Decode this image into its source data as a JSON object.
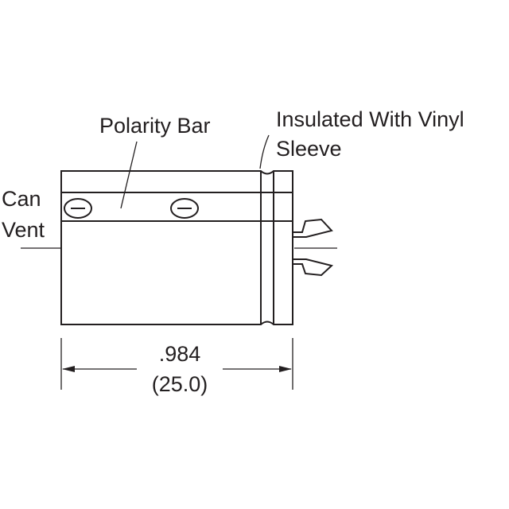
{
  "labels": {
    "polarity_bar": "Polarity Bar",
    "insulated_line1": "Insulated With Vinyl",
    "insulated_line2": "Sleeve",
    "can_vent_line1": "Can",
    "can_vent_line2": "Vent",
    "dimension_in": ".984",
    "dimension_mm": "(25.0)"
  },
  "polarity_marks": [
    "minus-sign",
    "minus-sign"
  ],
  "colors": {
    "ink": "#231f20",
    "background": "#ffffff"
  }
}
